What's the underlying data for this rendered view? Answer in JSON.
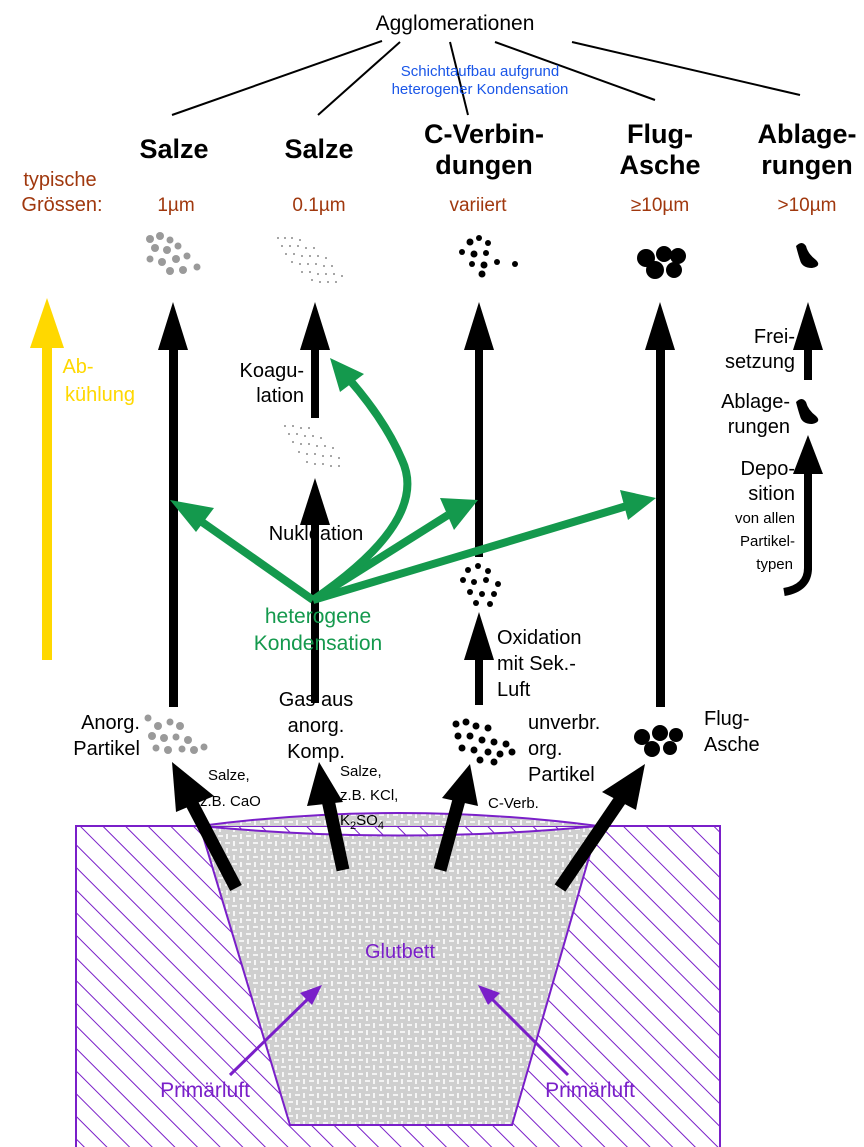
{
  "top": {
    "agglomerationen": "Agglomerationen",
    "schicht_line1": "Schichtaufbau aufgrund",
    "schicht_line2": "heterogener Kondensation"
  },
  "columns": {
    "c1": {
      "title1": "Salze",
      "size": "1µm"
    },
    "c2": {
      "title1": "Salze",
      "size": "0.1µm"
    },
    "c3": {
      "title1": "C-Verbin-",
      "title2": "dungen",
      "size": "variiert"
    },
    "c4": {
      "title1": "Flug-",
      "title2": "Asche",
      "size": "≥10µm"
    },
    "c5": {
      "title1": "Ablage-",
      "title2": "rungen",
      "size": ">10µm"
    }
  },
  "typische": {
    "line1": "typische",
    "line2": "Grössen:"
  },
  "cooling": {
    "line1": "Ab-",
    "line2": "kühlung"
  },
  "process": {
    "koagu1": "Koagu-",
    "koagu2": "lation",
    "nukleation": "Nukleation",
    "hetero1": "heterogene",
    "hetero2": "Kondensation",
    "oxid1": "Oxidation",
    "oxid2": "mit Sek.-",
    "oxid3": "Luft",
    "frei1": "Frei-",
    "frei2": "setzung",
    "ablag1": "Ablage-",
    "ablag2": "rungen",
    "depo1": "Depo-",
    "depo2": "sition",
    "depo3": "von allen",
    "depo4": "Partikel-",
    "depo5": "typen"
  },
  "bottom_labels": {
    "anorg1": "Anorg.",
    "anorg2": "Partikel",
    "gas1": "Gas aus",
    "gas2": "anorg.",
    "gas3": "Komp.",
    "unverbr1": "unverbr.",
    "unverbr2": "org.",
    "unverbr3": "Partikel",
    "flug1": "Flug-",
    "flug2": "Asche"
  },
  "release": {
    "salze1_a": "Salze,",
    "salze1_b": "z.B. CaO",
    "salze2_a": "Salze,",
    "salze2_b": "z.B. KCl,",
    "salze2_c_main": "K",
    "salze2_c_sub": "2",
    "salze2_c_mid": "SO",
    "salze2_c_sub2": "4",
    "cverb": "C-Verb."
  },
  "bed": {
    "glutbett": "Glutbett",
    "primaer_left": "Primärluft",
    "primaer_right": "Primärluft"
  },
  "colors": {
    "green": "#14994d",
    "purple": "#7a1fc9",
    "blue": "#1a56e8",
    "brown": "#a0380e",
    "yellow": "#ffd800"
  }
}
